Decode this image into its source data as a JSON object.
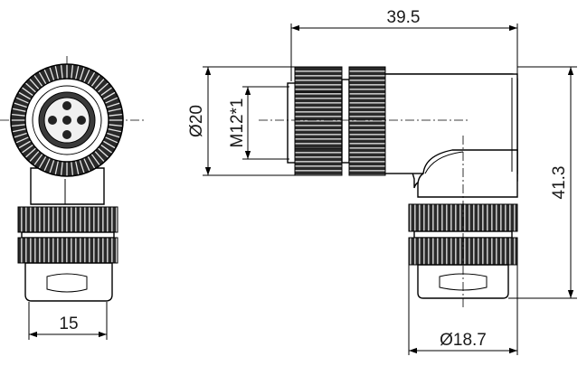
{
  "drawing": {
    "dimensions": {
      "overall_length": "39.5",
      "overall_diameter": "Ø20",
      "thread": "M12*1",
      "height": "41.3",
      "width_side": "15",
      "nut_diameter": "Ø18.7"
    }
  }
}
